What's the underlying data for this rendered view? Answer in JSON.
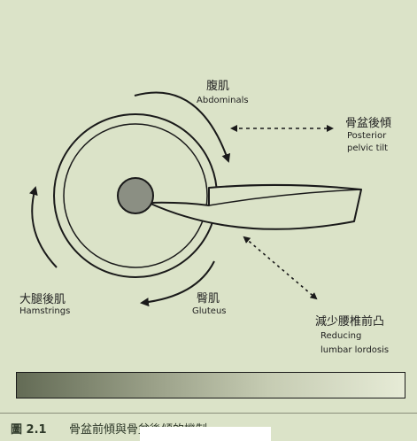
{
  "labels": {
    "abdominals_zh": "腹肌",
    "abdominals_en": "Abdominals",
    "posterior_tilt_zh": "骨盆後傾",
    "posterior_tilt_en_line1": "Posterior",
    "posterior_tilt_en_line2": "pelvic tilt",
    "hamstrings_zh": "大腿後肌",
    "hamstrings_en": "Hamstrings",
    "gluteus_zh": "臀肌",
    "gluteus_en": "Gluteus",
    "lordosis_zh": "減少腰椎前凸",
    "lordosis_en_line1": "Reducing",
    "lordosis_en_line2": "lumbar lordosis"
  },
  "caption": {
    "label": "圖 2.1",
    "text": "骨盆前傾與骨盆後傾的機制。"
  },
  "colors": {
    "background": "#dbe3c8",
    "line": "#1a1a1a",
    "hip_joint": "#8b8f83"
  }
}
